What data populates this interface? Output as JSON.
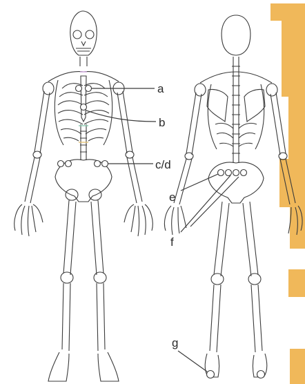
{
  "diagram": {
    "labels": {
      "a": "a",
      "b": "b",
      "cd": "c/d",
      "e": "e",
      "f": "f",
      "g": "g"
    },
    "colors": {
      "bone_line": "#3a3a3a",
      "background": "#ffffff",
      "edge_tab": "#f0b85a",
      "spine_hint": "#c9a0d8"
    }
  }
}
